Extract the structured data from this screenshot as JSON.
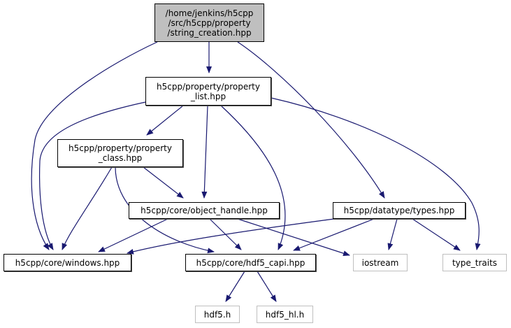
{
  "title": "Include dependency graph for string_creation.hpp",
  "colors": {
    "edge": "#191970",
    "root_fill": "#bfbfbf",
    "node_border": "#000000",
    "external_border": "#bfbfbf"
  },
  "nodes": [
    {
      "id": "root",
      "kind": "root",
      "lines": [
        "/home/jenkins/h5cpp",
        "/src/h5cpp/property",
        "/string_creation.hpp"
      ]
    },
    {
      "id": "property_list",
      "kind": "internal",
      "lines": [
        "h5cpp/property/property",
        "_list.hpp"
      ]
    },
    {
      "id": "property_class",
      "kind": "internal",
      "lines": [
        "h5cpp/property/property",
        "_class.hpp"
      ]
    },
    {
      "id": "object_handle",
      "kind": "internal",
      "lines": [
        "h5cpp/core/object_handle.hpp"
      ]
    },
    {
      "id": "types",
      "kind": "internal",
      "lines": [
        "h5cpp/datatype/types.hpp"
      ]
    },
    {
      "id": "windows",
      "kind": "internal",
      "lines": [
        "h5cpp/core/windows.hpp"
      ]
    },
    {
      "id": "hdf5_capi",
      "kind": "internal",
      "lines": [
        "h5cpp/core/hdf5_capi.hpp"
      ]
    },
    {
      "id": "iostream",
      "kind": "external",
      "lines": [
        "iostream"
      ]
    },
    {
      "id": "type_traits",
      "kind": "external",
      "lines": [
        "type_traits"
      ]
    },
    {
      "id": "hdf5_h",
      "kind": "external",
      "lines": [
        "hdf5.h"
      ]
    },
    {
      "id": "hdf5_hl_h",
      "kind": "external",
      "lines": [
        "hdf5_hl.h"
      ]
    }
  ],
  "edges": [
    [
      "root",
      "property_list"
    ],
    [
      "root",
      "windows"
    ],
    [
      "root",
      "types"
    ],
    [
      "property_list",
      "property_class"
    ],
    [
      "property_list",
      "object_handle"
    ],
    [
      "property_list",
      "windows"
    ],
    [
      "property_list",
      "hdf5_capi"
    ],
    [
      "property_list",
      "type_traits"
    ],
    [
      "property_class",
      "object_handle"
    ],
    [
      "property_class",
      "windows"
    ],
    [
      "property_class",
      "hdf5_capi"
    ],
    [
      "object_handle",
      "windows"
    ],
    [
      "object_handle",
      "hdf5_capi"
    ],
    [
      "object_handle",
      "iostream"
    ],
    [
      "types",
      "windows"
    ],
    [
      "types",
      "hdf5_capi"
    ],
    [
      "types",
      "iostream"
    ],
    [
      "types",
      "type_traits"
    ],
    [
      "hdf5_capi",
      "hdf5_h"
    ],
    [
      "hdf5_capi",
      "hdf5_hl_h"
    ]
  ]
}
